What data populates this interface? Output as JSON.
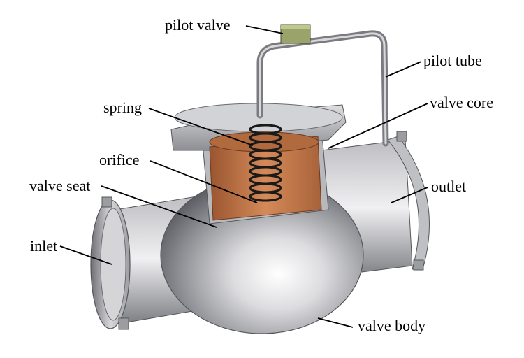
{
  "labels": {
    "pilot_valve": "pilot valve",
    "pilot_tube": "pilot tube",
    "spring": "spring",
    "valve_core": "valve core",
    "orifice": "orifice",
    "valve_seat": "valve seat",
    "outlet": "outlet",
    "inlet": "inlet",
    "valve_body": "valve body"
  },
  "colors": {
    "metal_light": "#e6e6e8",
    "metal_mid": "#a9a9ad",
    "metal_dark": "#55565a",
    "core_copper": "#c67a4a",
    "pilot_valve": "#9aa36a",
    "spring": "#1a1a1a",
    "leader": "#000000"
  }
}
